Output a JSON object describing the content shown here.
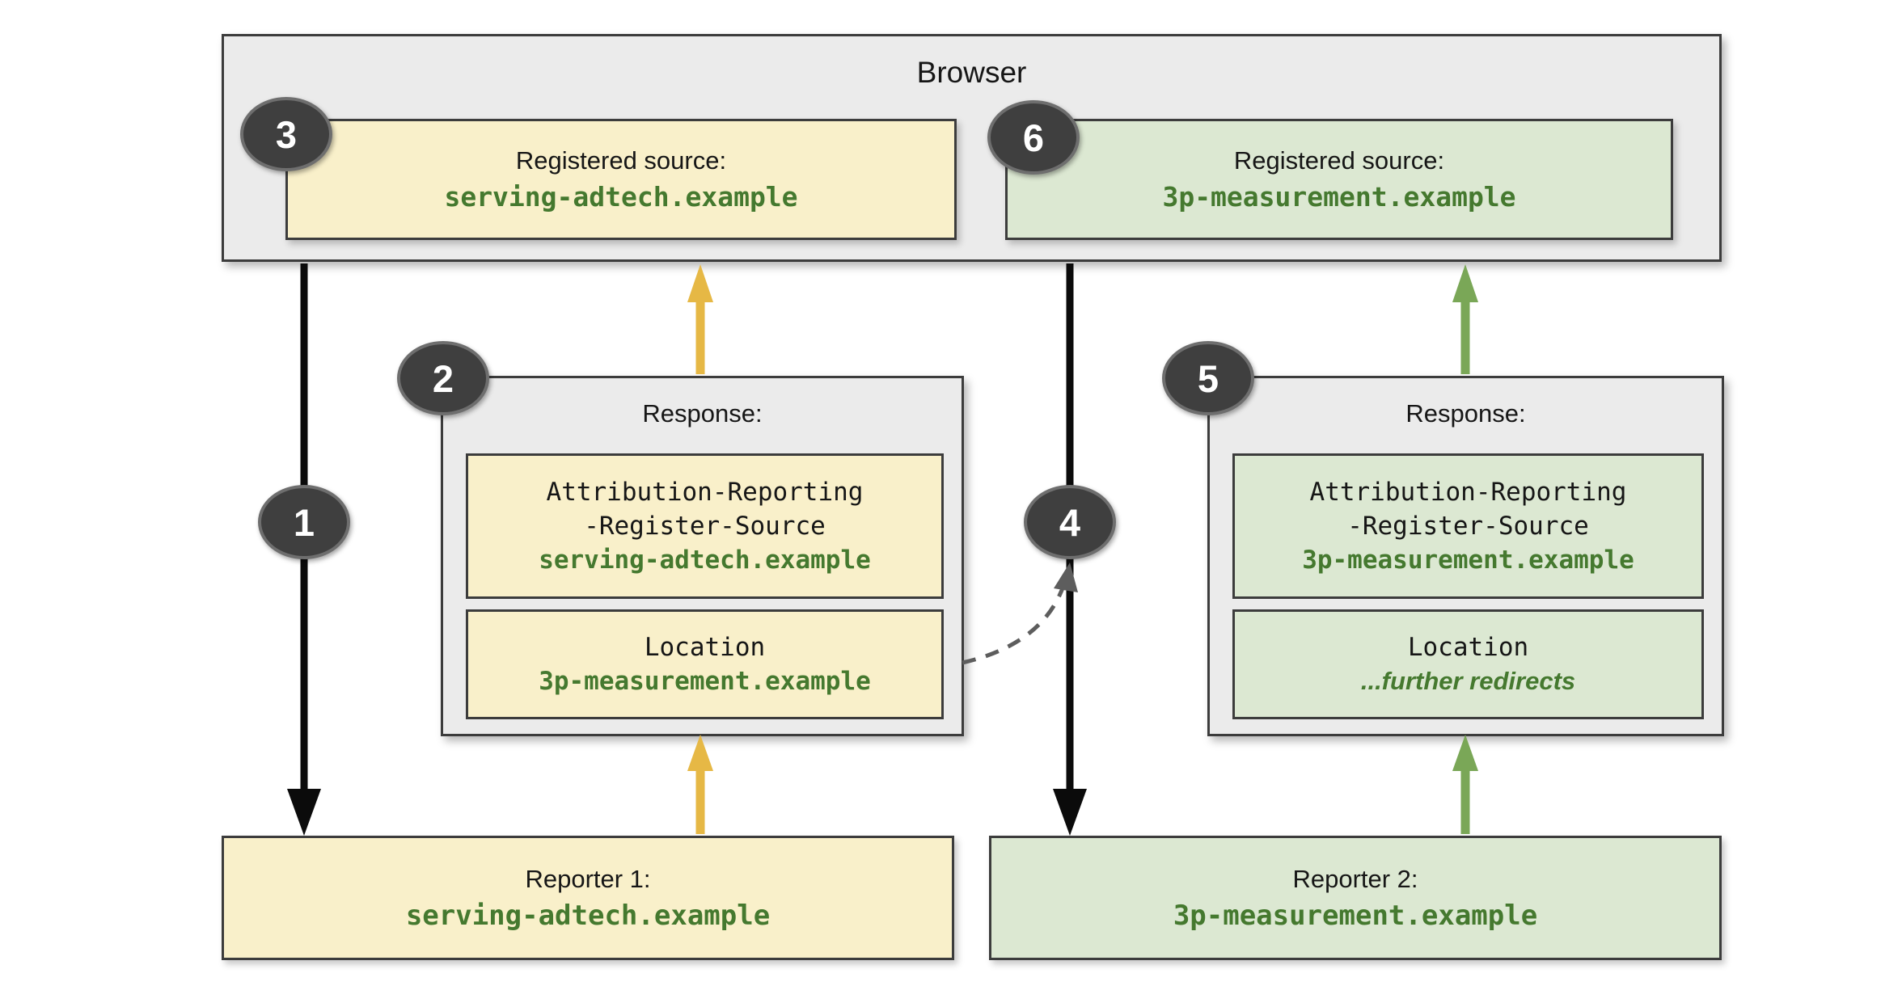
{
  "browser": {
    "title": "Browser",
    "registered_sources": [
      {
        "badge": "3",
        "label": "Registered source:",
        "domain": "serving-adtech.example",
        "variant": "yellow"
      },
      {
        "badge": "6",
        "label": "Registered source:",
        "domain": "3p-measurement.example",
        "variant": "green"
      }
    ]
  },
  "flows": {
    "left": {
      "request_badge": "1",
      "response": {
        "badge": "2",
        "title": "Response:",
        "headers": [
          {
            "line1": "Attribution-Reporting",
            "line2": "-Register-Source",
            "value": "serving-adtech.example"
          },
          {
            "line1": "Location",
            "value": "3p-measurement.example"
          }
        ]
      },
      "reporter": {
        "label": "Reporter 1:",
        "domain": "serving-adtech.example"
      }
    },
    "right": {
      "request_badge": "4",
      "response": {
        "badge": "5",
        "title": "Response:",
        "headers": [
          {
            "line1": "Attribution-Reporting",
            "line2": "-Register-Source",
            "value": "3p-measurement.example"
          },
          {
            "line1": "Location",
            "value": "...further redirects",
            "value_style": "bold-italic"
          }
        ]
      },
      "reporter": {
        "label": "Reporter 2:",
        "domain": "3p-measurement.example"
      }
    }
  },
  "colors": {
    "background": "#ffffff",
    "panel_gray": "#ebebeb",
    "panel_yellow": "#f9f0ca",
    "panel_green": "#dce8d2",
    "border_dark": "#3c3c3c",
    "text_black": "#161616",
    "text_green": "#45792f",
    "arrow_black": "#0b0b0b",
    "arrow_yellow": "#e6b845",
    "arrow_green": "#7aa757",
    "arrow_dashed_gray": "#5d5d5d",
    "badge_fill": "#3f3f3f",
    "badge_border": "#6e6e6e",
    "badge_text": "#ffffff"
  }
}
